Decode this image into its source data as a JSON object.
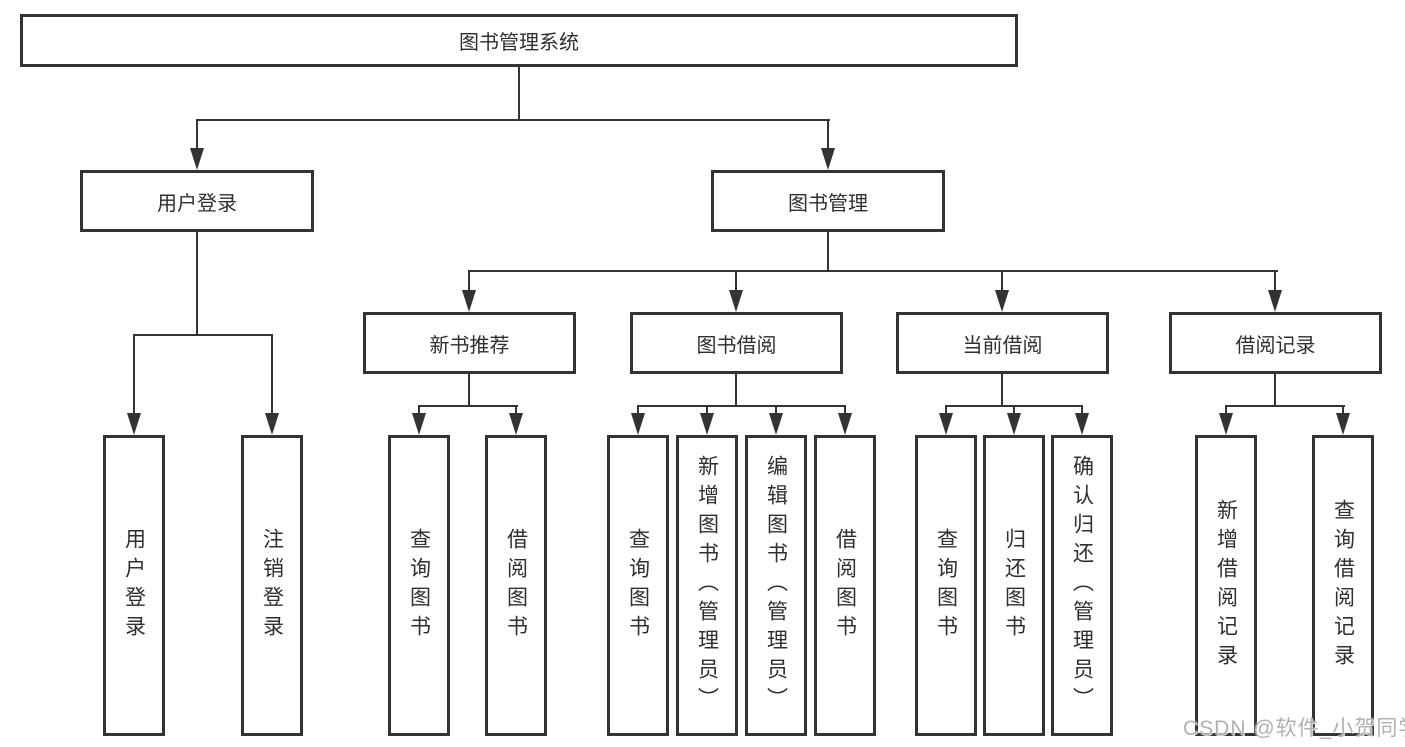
{
  "tree": {
    "label": "图书管理系统",
    "children": [
      {
        "label": "用户登录",
        "children": [
          {
            "label": "用户登录"
          },
          {
            "label": "注销登录"
          }
        ]
      },
      {
        "label": "图书管理",
        "children": [
          {
            "label": "新书推荐",
            "children": [
              {
                "label": "查询图书"
              },
              {
                "label": "借阅图书"
              }
            ]
          },
          {
            "label": "图书借阅",
            "children": [
              {
                "label": "查询图书"
              },
              {
                "label": "新增图书（管理员）"
              },
              {
                "label": "编辑图书（管理员）"
              },
              {
                "label": "借阅图书"
              }
            ]
          },
          {
            "label": "当前借阅",
            "children": [
              {
                "label": "查询图书"
              },
              {
                "label": "归还图书"
              },
              {
                "label": "确认归还（管理员）"
              }
            ]
          },
          {
            "label": "借阅记录",
            "children": [
              {
                "label": "新增借阅记录"
              },
              {
                "label": "查询借阅记录"
              }
            ]
          }
        ]
      }
    ]
  },
  "watermark": {
    "text": "CSDN @软件_小贺同学"
  },
  "colors": {
    "line": "#333333",
    "text": "#2f2f2f",
    "background": "#ffffff",
    "watermark": "#b1b1b1"
  }
}
